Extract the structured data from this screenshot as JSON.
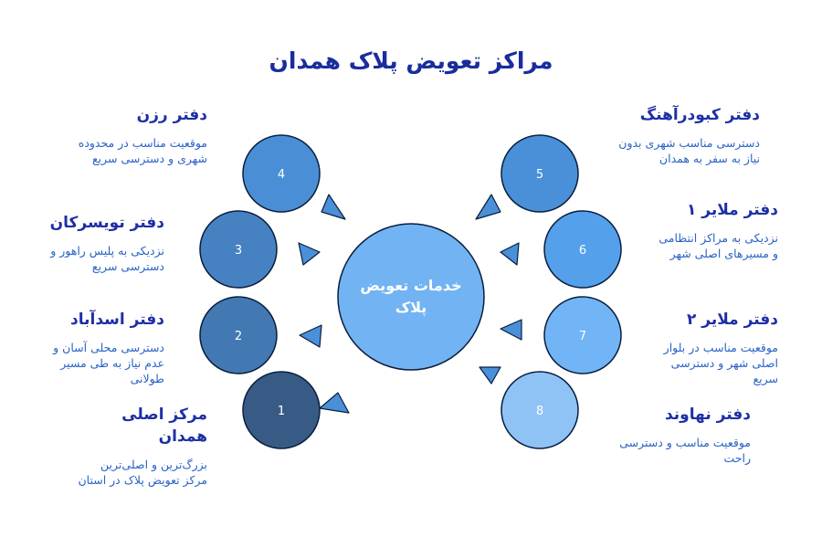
{
  "title": "مراکز تعویض پلاک همدان",
  "center": {
    "label": "خدمات تعویض پلاک",
    "color": "#72b3f3"
  },
  "nodes": [
    {
      "num": "1",
      "name": "مرکز اصلی همدان",
      "desc": "بزرگ‌ترین و اصلی‌ترین مرکز تعویض پلاک در استان",
      "color": "#385b86"
    },
    {
      "num": "2",
      "name": "دفتر اسدآباد",
      "desc": "دسترسی محلی آسان و عدم نیاز به طی مسیر طولانی",
      "color": "#4279b2"
    },
    {
      "num": "3",
      "name": "دفتر تویسرکان",
      "desc": "نزدیکی به پلیس راهور و دسترسی سریع",
      "color": "#4682c2"
    },
    {
      "num": "4",
      "name": "دفتر رزن",
      "desc": "موقعیت مناسب در محدوده شهری و دسترسی سریع",
      "color": "#4a8fd6"
    },
    {
      "num": "5",
      "name": "دفتر کبودرآهنگ",
      "desc": "دسترسی مناسب شهری بدون نیاز به سفر به همدان",
      "color": "#4a90d8"
    },
    {
      "num": "6",
      "name": "دفتر ملایر ۱",
      "desc": "نزدیکی به مراکز انتظامی و مسیرهای اصلی شهر",
      "color": "#55a0ea"
    },
    {
      "num": "7",
      "name": "دفتر ملایر ۲",
      "desc": "موقعیت مناسب در بلوار اصلی شهر و دسترسی سریع",
      "color": "#71b5f6"
    },
    {
      "num": "8",
      "name": "دفتر نهاوند",
      "desc": "موقعیت مناسب و دسترسی راحت",
      "color": "#8fc3f6"
    }
  ],
  "stroke_color": "#0a1e3e"
}
